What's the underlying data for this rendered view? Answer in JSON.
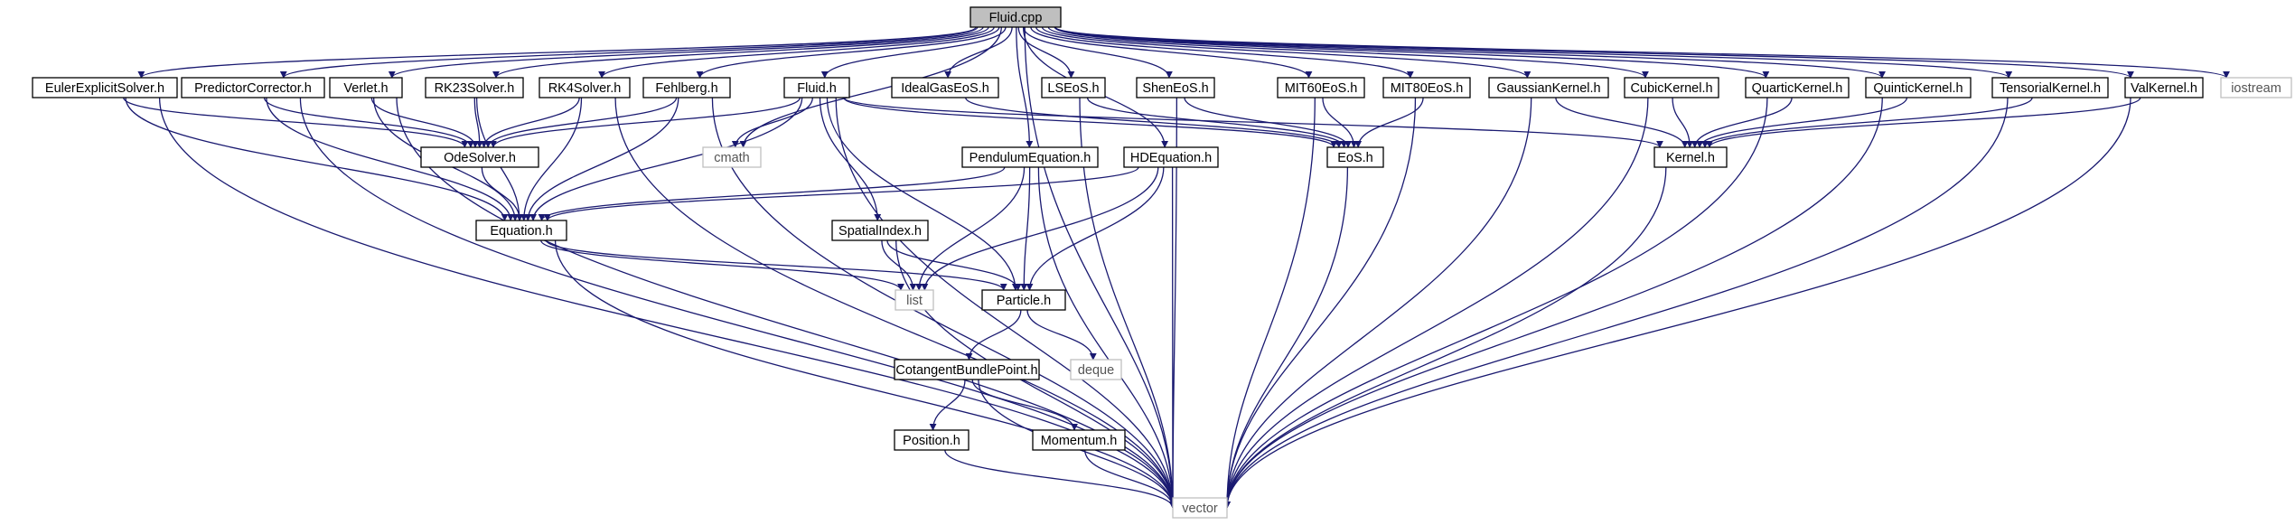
{
  "graph": {
    "root": "Fluid.cpp",
    "nodes": {
      "fluid_cpp": "Fluid.cpp",
      "euler": "EulerExplicitSolver.h",
      "predictor": "PredictorCorrector.h",
      "verlet": "Verlet.h",
      "rk23": "RK23Solver.h",
      "rk4": "RK4Solver.h",
      "fehlberg": "Fehlberg.h",
      "fluid_h": "Fluid.h",
      "idealgas": "IdealGasEoS.h",
      "lseos": "LSEoS.h",
      "sheneos": "ShenEoS.h",
      "mit60": "MIT60EoS.h",
      "mit80": "MIT80EoS.h",
      "gaussian": "GaussianKernel.h",
      "cubic": "CubicKernel.h",
      "quartic": "QuarticKernel.h",
      "quintic": "QuinticKernel.h",
      "tensorial": "TensorialKernel.h",
      "val": "ValKernel.h",
      "iostream": "iostream",
      "odesolver": "OdeSolver.h",
      "cmath": "cmath",
      "pendulum": "PendulumEquation.h",
      "hdequation": "HDEquation.h",
      "eos": "EoS.h",
      "kernel": "Kernel.h",
      "equation": "Equation.h",
      "spatialindex": "SpatialIndex.h",
      "list": "list",
      "particle": "Particle.h",
      "deque": "deque",
      "cotangent": "CotangentBundlePoint.h",
      "position": "Position.h",
      "momentum": "Momentum.h",
      "vector": "vector"
    },
    "external_nodes": [
      "iostream",
      "cmath",
      "list",
      "deque",
      "vector"
    ],
    "edges": [
      [
        "fluid_cpp",
        "euler"
      ],
      [
        "fluid_cpp",
        "predictor"
      ],
      [
        "fluid_cpp",
        "verlet"
      ],
      [
        "fluid_cpp",
        "rk23"
      ],
      [
        "fluid_cpp",
        "rk4"
      ],
      [
        "fluid_cpp",
        "fehlberg"
      ],
      [
        "fluid_cpp",
        "fluid_h"
      ],
      [
        "fluid_cpp",
        "idealgas"
      ],
      [
        "fluid_cpp",
        "lseos"
      ],
      [
        "fluid_cpp",
        "sheneos"
      ],
      [
        "fluid_cpp",
        "mit60"
      ],
      [
        "fluid_cpp",
        "mit80"
      ],
      [
        "fluid_cpp",
        "gaussian"
      ],
      [
        "fluid_cpp",
        "cubic"
      ],
      [
        "fluid_cpp",
        "quartic"
      ],
      [
        "fluid_cpp",
        "quintic"
      ],
      [
        "fluid_cpp",
        "tensorial"
      ],
      [
        "fluid_cpp",
        "val"
      ],
      [
        "fluid_cpp",
        "iostream"
      ],
      [
        "fluid_cpp",
        "cmath"
      ],
      [
        "fluid_cpp",
        "pendulum"
      ],
      [
        "fluid_cpp",
        "hdequation"
      ],
      [
        "fluid_cpp",
        "vector"
      ],
      [
        "euler",
        "odesolver"
      ],
      [
        "euler",
        "equation"
      ],
      [
        "euler",
        "vector"
      ],
      [
        "predictor",
        "odesolver"
      ],
      [
        "predictor",
        "equation"
      ],
      [
        "predictor",
        "vector"
      ],
      [
        "verlet",
        "odesolver"
      ],
      [
        "verlet",
        "equation"
      ],
      [
        "verlet",
        "vector"
      ],
      [
        "rk23",
        "odesolver"
      ],
      [
        "rk23",
        "equation"
      ],
      [
        "rk4",
        "odesolver"
      ],
      [
        "rk4",
        "equation"
      ],
      [
        "rk4",
        "vector"
      ],
      [
        "fehlberg",
        "odesolver"
      ],
      [
        "fehlberg",
        "equation"
      ],
      [
        "fehlberg",
        "vector"
      ],
      [
        "fluid_h",
        "odesolver"
      ],
      [
        "fluid_h",
        "cmath"
      ],
      [
        "fluid_h",
        "equation"
      ],
      [
        "fluid_h",
        "spatialindex"
      ],
      [
        "fluid_h",
        "particle"
      ],
      [
        "fluid_h",
        "eos"
      ],
      [
        "fluid_h",
        "kernel"
      ],
      [
        "fluid_h",
        "vector"
      ],
      [
        "idealgas",
        "eos"
      ],
      [
        "lseos",
        "eos"
      ],
      [
        "lseos",
        "vector"
      ],
      [
        "sheneos",
        "eos"
      ],
      [
        "sheneos",
        "vector"
      ],
      [
        "mit60",
        "eos"
      ],
      [
        "mit60",
        "vector"
      ],
      [
        "mit80",
        "eos"
      ],
      [
        "mit80",
        "vector"
      ],
      [
        "gaussian",
        "kernel"
      ],
      [
        "gaussian",
        "vector"
      ],
      [
        "cubic",
        "kernel"
      ],
      [
        "cubic",
        "vector"
      ],
      [
        "quartic",
        "kernel"
      ],
      [
        "quartic",
        "vector"
      ],
      [
        "quintic",
        "kernel"
      ],
      [
        "quintic",
        "vector"
      ],
      [
        "tensorial",
        "kernel"
      ],
      [
        "tensorial",
        "vector"
      ],
      [
        "val",
        "kernel"
      ],
      [
        "val",
        "vector"
      ],
      [
        "odesolver",
        "equation"
      ],
      [
        "pendulum",
        "equation"
      ],
      [
        "pendulum",
        "list"
      ],
      [
        "pendulum",
        "particle"
      ],
      [
        "pendulum",
        "vector"
      ],
      [
        "hdequation",
        "equation"
      ],
      [
        "hdequation",
        "list"
      ],
      [
        "hdequation",
        "particle"
      ],
      [
        "hdequation",
        "vector"
      ],
      [
        "eos",
        "vector"
      ],
      [
        "kernel",
        "vector"
      ],
      [
        "equation",
        "list"
      ],
      [
        "equation",
        "particle"
      ],
      [
        "equation",
        "vector"
      ],
      [
        "spatialindex",
        "list"
      ],
      [
        "spatialindex",
        "particle"
      ],
      [
        "spatialindex",
        "vector"
      ],
      [
        "particle",
        "deque"
      ],
      [
        "particle",
        "cotangent"
      ],
      [
        "cotangent",
        "position"
      ],
      [
        "cotangent",
        "momentum"
      ],
      [
        "cotangent",
        "vector"
      ],
      [
        "position",
        "vector"
      ],
      [
        "momentum",
        "vector"
      ]
    ],
    "colors": {
      "edge": "#191970",
      "node_border": "#000000",
      "root_fill": "#bfbfbf",
      "external_border": "#bfbfbf",
      "background": "#ffffff"
    }
  }
}
